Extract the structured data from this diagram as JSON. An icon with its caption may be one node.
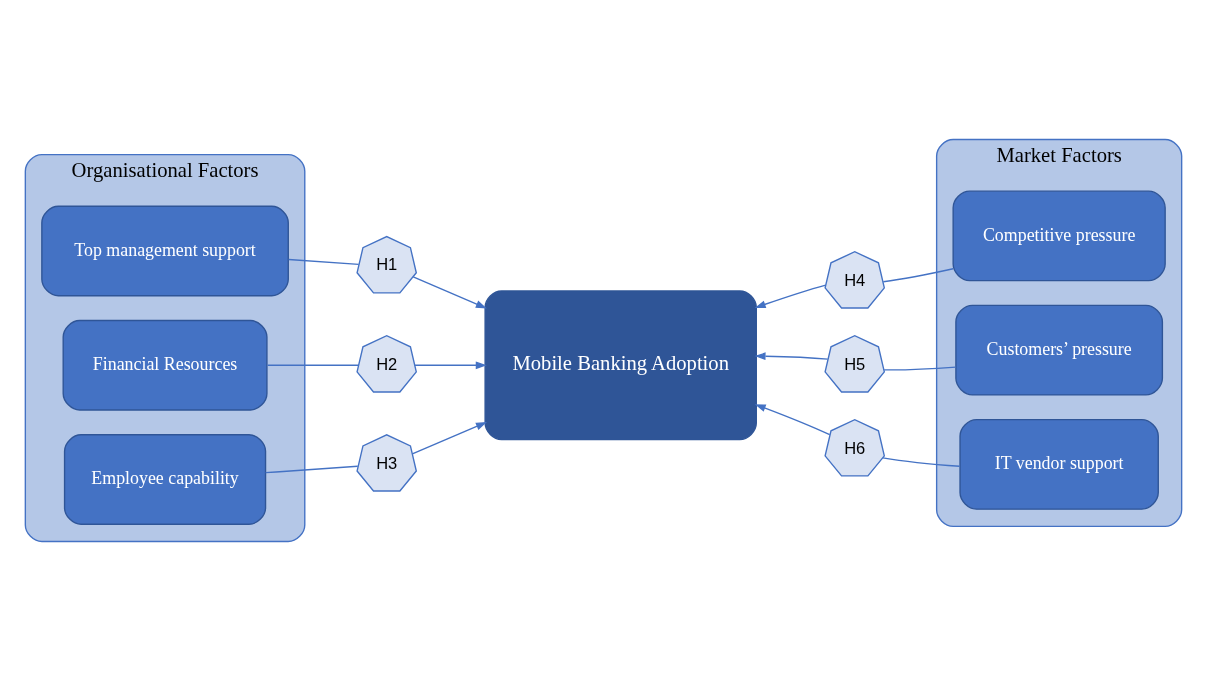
{
  "diagram": {
    "nodes": [
      {
        "text": [
          "Organisational Factors"
        ]
      },
      {
        "text": [
          "Top management support"
        ],
        "in": 0
      },
      {
        "text": [
          "Financial Resources"
        ],
        "in": 0
      },
      {
        "text": [
          "Employee capability"
        ],
        "in": 0
      },
      {
        "text": [
          "H1"
        ]
      },
      {
        "text": [
          "H2"
        ]
      },
      {
        "text": [
          "H3"
        ]
      },
      {
        "text": [
          "Mobile Banking Adoption"
        ]
      },
      {
        "text": [
          "H4"
        ]
      },
      {
        "text": [
          "H5"
        ]
      },
      {
        "text": [
          "H6"
        ]
      },
      {
        "text": [
          "Market Factors"
        ]
      },
      {
        "text": [
          "Competitive pressure"
        ],
        "in": 11
      },
      {
        "text": [
          "Customers’ pressure"
        ],
        "in": 11
      },
      {
        "text": [
          "IT vendor support"
        ],
        "in": 11
      }
    ],
    "edges": [
      {
        "from": 1,
        "to": 4,
        "arrow": "none"
      },
      {
        "from": 4,
        "to": 7,
        "arrow": "to"
      },
      {
        "from": 2,
        "to": 5,
        "arrow": "none"
      },
      {
        "from": 5,
        "to": 7,
        "arrow": "to"
      },
      {
        "from": 3,
        "to": 6,
        "arrow": "none"
      },
      {
        "from": 6,
        "to": 7,
        "arrow": "to"
      },
      {
        "from": 12,
        "to": 8,
        "arrow": "none"
      },
      {
        "from": 8,
        "to": 7,
        "arrow": "to"
      },
      {
        "from": 13,
        "to": 9,
        "arrow": "none"
      },
      {
        "from": 9,
        "to": 7,
        "arrow": "to"
      },
      {
        "from": 14,
        "to": 10,
        "arrow": "none"
      },
      {
        "from": 10,
        "to": 7,
        "arrow": "to"
      }
    ]
  }
}
